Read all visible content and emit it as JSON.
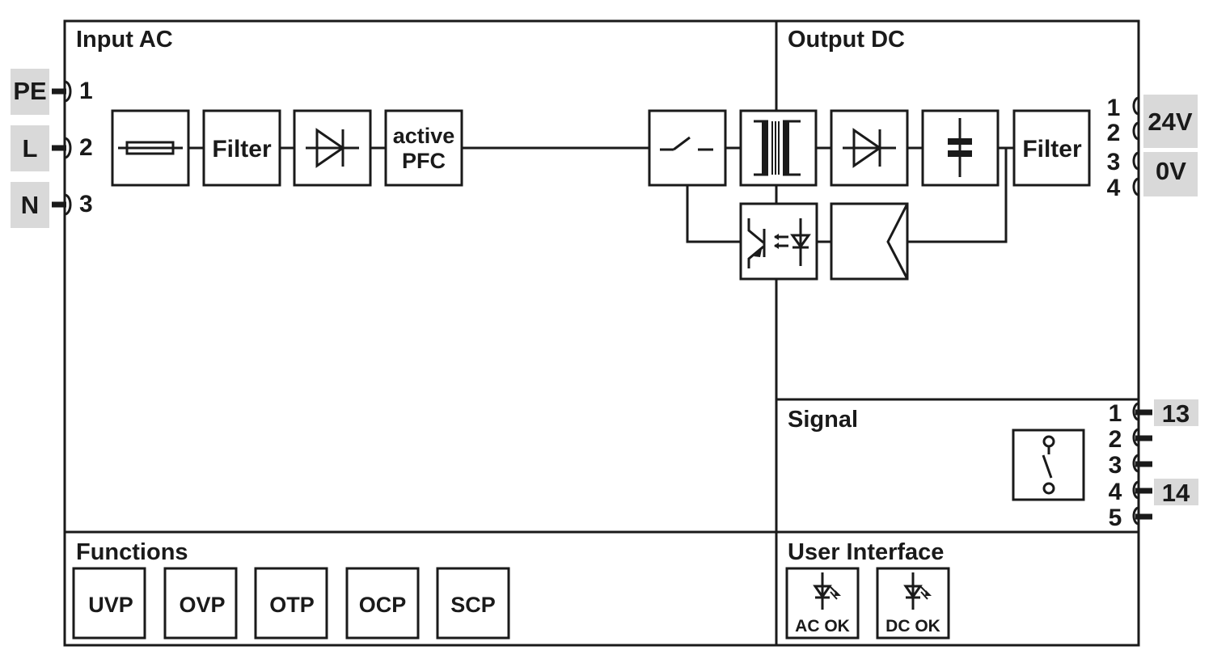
{
  "sections": {
    "input": "Input AC",
    "output": "Output DC",
    "signal": "Signal",
    "functions": "Functions",
    "user_interface": "User Interface"
  },
  "input_terminals": [
    {
      "tag": "PE",
      "number": "1"
    },
    {
      "tag": "L",
      "number": "2"
    },
    {
      "tag": "N",
      "number": "3"
    }
  ],
  "input_chain": {
    "fuse_icon": "fuse-icon",
    "filter": "Filter",
    "rectifier_icon": "diode-icon",
    "pfc_line1": "active",
    "pfc_line2": "PFC"
  },
  "output_chain": {
    "switch_icon": "switch-icon",
    "transformer_icon": "transformer-icon",
    "rectifier_icon": "diode-icon",
    "capacitor_icon": "capacitor-icon",
    "filter": "Filter",
    "optocoupler_icon": "optocoupler-icon",
    "controller_icon": "controller-icon"
  },
  "output_terminals": {
    "numbers": [
      "1",
      "2",
      "3",
      "4"
    ],
    "tags": [
      "24V",
      "0V"
    ]
  },
  "signal_terminals": {
    "numbers": [
      "1",
      "2",
      "3",
      "4",
      "5"
    ],
    "tags": [
      {
        "pin": "1",
        "label": "13"
      },
      {
        "pin": "4",
        "label": "14"
      }
    ],
    "relay_icon": "relay-contact-icon"
  },
  "functions": [
    "UVP",
    "OVP",
    "OTP",
    "OCP",
    "SCP"
  ],
  "user_interface": [
    {
      "label": "AC OK",
      "icon": "led-icon"
    },
    {
      "label": "DC OK",
      "icon": "led-icon"
    }
  ],
  "colors": {
    "line": "#1a1a1a",
    "tag_fill": "#d9d9d9",
    "background": "#ffffff"
  }
}
